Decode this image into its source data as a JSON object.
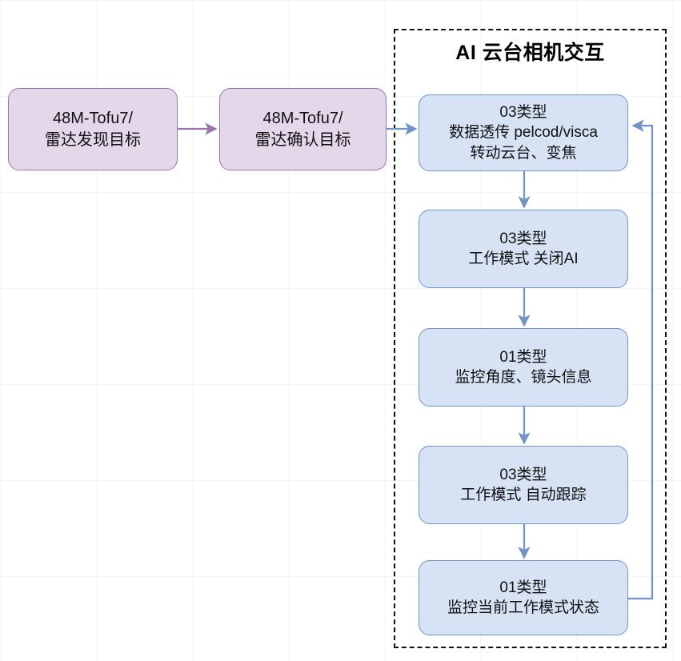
{
  "diagram": {
    "title": "AI 云台相机交互",
    "colors": {
      "purple_fill": "#e4d7ea",
      "purple_stroke": "#9a75ad",
      "blue_fill": "#d7e3f5",
      "blue_stroke": "#7093ca",
      "group_border": "#111111",
      "background": "#ffffff"
    },
    "external_nodes": [
      {
        "id": "radar-detect",
        "lines": [
          "48M-Tofu7/",
          "雷达发现目标"
        ]
      },
      {
        "id": "radar-confirm",
        "lines": [
          "48M-Tofu7/",
          "雷达确认目标"
        ]
      }
    ],
    "group_nodes": [
      {
        "id": "passthrough",
        "lines": [
          "03类型",
          "数据透传 pelcod/visca",
          "转动云台、变焦"
        ]
      },
      {
        "id": "mode-close-ai",
        "lines": [
          "03类型",
          "工作模式 关闭AI"
        ]
      },
      {
        "id": "monitor-angle-lens",
        "lines": [
          "01类型",
          "监控角度、镜头信息"
        ]
      },
      {
        "id": "mode-auto-track",
        "lines": [
          "03类型",
          "工作模式 自动跟踪"
        ]
      },
      {
        "id": "monitor-mode-status",
        "lines": [
          "01类型",
          "监控当前工作模式状态"
        ]
      }
    ],
    "edges": [
      {
        "id": "edge-detect-to-confirm",
        "from": "radar-detect",
        "to": "radar-confirm",
        "color": "#9a75ad",
        "kind": "straight"
      },
      {
        "id": "edge-confirm-to-passthrough",
        "from": "radar-confirm",
        "to": "passthrough",
        "color": "#7093ca",
        "kind": "straight"
      },
      {
        "id": "edge-passthrough-to-close-ai",
        "from": "passthrough",
        "to": "mode-close-ai",
        "color": "#7093ca",
        "kind": "straight"
      },
      {
        "id": "edge-close-ai-to-monitor-angle",
        "from": "mode-close-ai",
        "to": "monitor-angle-lens",
        "color": "#7093ca",
        "kind": "straight"
      },
      {
        "id": "edge-monitor-angle-to-auto-track",
        "from": "monitor-angle-lens",
        "to": "mode-auto-track",
        "color": "#7093ca",
        "kind": "straight"
      },
      {
        "id": "edge-auto-track-to-mode-status",
        "from": "mode-auto-track",
        "to": "monitor-mode-status",
        "color": "#7093ca",
        "kind": "straight"
      },
      {
        "id": "edge-feedback-loop",
        "from": "monitor-mode-status",
        "to": "passthrough",
        "color": "#7093ca",
        "kind": "orthogonal-feedback"
      }
    ]
  }
}
